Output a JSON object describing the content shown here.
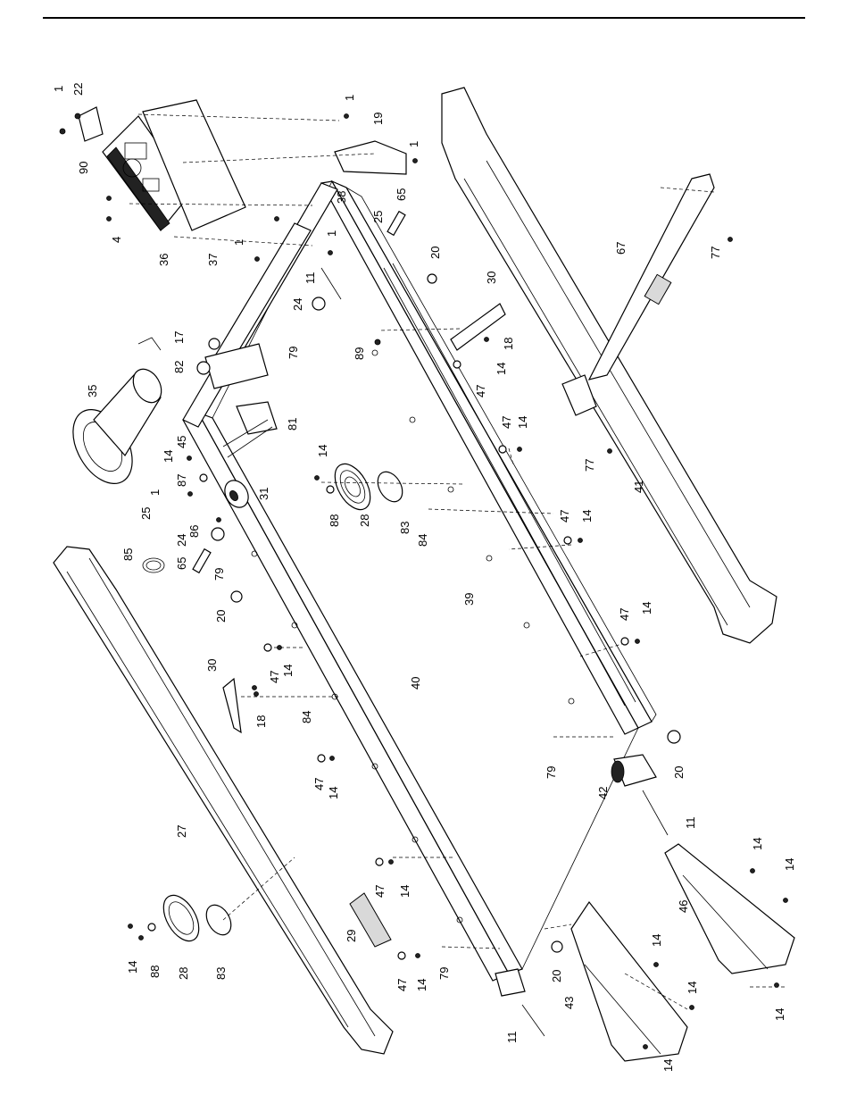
{
  "diagram": {
    "callouts": [
      {
        "id": "c-1a",
        "text": "1"
      },
      {
        "id": "c-22",
        "text": "22"
      },
      {
        "id": "c-90",
        "text": "90"
      },
      {
        "id": "c-4",
        "text": "4"
      },
      {
        "id": "c-36",
        "text": "36"
      },
      {
        "id": "c-37",
        "text": "37"
      },
      {
        "id": "c-1b",
        "text": "1"
      },
      {
        "id": "c-19",
        "text": "19"
      },
      {
        "id": "c-1c",
        "text": "1"
      },
      {
        "id": "c-38",
        "text": "38"
      },
      {
        "id": "c-65a",
        "text": "65"
      },
      {
        "id": "c-25a",
        "text": "25"
      },
      {
        "id": "c-1d",
        "text": "1"
      },
      {
        "id": "c-1e",
        "text": "1"
      },
      {
        "id": "c-11a",
        "text": "11"
      },
      {
        "id": "c-20a",
        "text": "20"
      },
      {
        "id": "c-30a",
        "text": "30"
      },
      {
        "id": "c-24a",
        "text": "24"
      },
      {
        "id": "c-17",
        "text": "17"
      },
      {
        "id": "c-82",
        "text": "82"
      },
      {
        "id": "c-79a",
        "text": "79"
      },
      {
        "id": "c-89",
        "text": "89"
      },
      {
        "id": "c-18a",
        "text": "18"
      },
      {
        "id": "c-47a",
        "text": "47"
      },
      {
        "id": "c-14a",
        "text": "14"
      },
      {
        "id": "c-35",
        "text": "35"
      },
      {
        "id": "c-81",
        "text": "81"
      },
      {
        "id": "c-45",
        "text": "45"
      },
      {
        "id": "c-14b",
        "text": "14"
      },
      {
        "id": "c-87",
        "text": "87"
      },
      {
        "id": "c-14c",
        "text": "14"
      },
      {
        "id": "c-88a",
        "text": "88"
      },
      {
        "id": "c-28a",
        "text": "28"
      },
      {
        "id": "c-83a",
        "text": "83"
      },
      {
        "id": "c-31",
        "text": "31"
      },
      {
        "id": "c-1f",
        "text": "1"
      },
      {
        "id": "c-25b",
        "text": "25"
      },
      {
        "id": "c-86",
        "text": "86"
      },
      {
        "id": "c-24b",
        "text": "24"
      },
      {
        "id": "c-84a",
        "text": "84"
      },
      {
        "id": "c-47b",
        "text": "47"
      },
      {
        "id": "c-14d",
        "text": "14"
      },
      {
        "id": "c-67",
        "text": "67"
      },
      {
        "id": "c-77a",
        "text": "77"
      },
      {
        "id": "c-77b",
        "text": "77"
      },
      {
        "id": "c-41",
        "text": "41"
      },
      {
        "id": "c-85",
        "text": "85"
      },
      {
        "id": "c-65b",
        "text": "65"
      },
      {
        "id": "c-79b",
        "text": "79"
      },
      {
        "id": "c-20b",
        "text": "20"
      },
      {
        "id": "c-39",
        "text": "39"
      },
      {
        "id": "c-47c",
        "text": "47"
      },
      {
        "id": "c-14e",
        "text": "14"
      },
      {
        "id": "c-47d",
        "text": "47"
      },
      {
        "id": "c-14f",
        "text": "14"
      },
      {
        "id": "c-47e",
        "text": "47"
      },
      {
        "id": "c-14g",
        "text": "14"
      },
      {
        "id": "c-40",
        "text": "40"
      },
      {
        "id": "c-30b",
        "text": "30"
      },
      {
        "id": "c-18b",
        "text": "18"
      },
      {
        "id": "c-84b",
        "text": "84"
      },
      {
        "id": "c-47f",
        "text": "47"
      },
      {
        "id": "c-14h",
        "text": "14"
      },
      {
        "id": "c-79c",
        "text": "79"
      },
      {
        "id": "c-42",
        "text": "42"
      },
      {
        "id": "c-20c",
        "text": "20"
      },
      {
        "id": "c-11b",
        "text": "11"
      },
      {
        "id": "c-27",
        "text": "27"
      },
      {
        "id": "c-14i",
        "text": "14"
      },
      {
        "id": "c-14j",
        "text": "14"
      },
      {
        "id": "c-46",
        "text": "46"
      },
      {
        "id": "c-47g",
        "text": "47"
      },
      {
        "id": "c-14k",
        "text": "14"
      },
      {
        "id": "c-29",
        "text": "29"
      },
      {
        "id": "c-14l",
        "text": "14"
      },
      {
        "id": "c-88b",
        "text": "88"
      },
      {
        "id": "c-28b",
        "text": "28"
      },
      {
        "id": "c-83b",
        "text": "83"
      },
      {
        "id": "c-47h",
        "text": "47"
      },
      {
        "id": "c-14m",
        "text": "14"
      },
      {
        "id": "c-79d",
        "text": "79"
      },
      {
        "id": "c-20d",
        "text": "20"
      },
      {
        "id": "c-14n",
        "text": "14"
      },
      {
        "id": "c-14o",
        "text": "14"
      },
      {
        "id": "c-43",
        "text": "43"
      },
      {
        "id": "c-11c",
        "text": "11"
      },
      {
        "id": "c-14p",
        "text": "14"
      },
      {
        "id": "c-14q",
        "text": "14"
      }
    ]
  }
}
